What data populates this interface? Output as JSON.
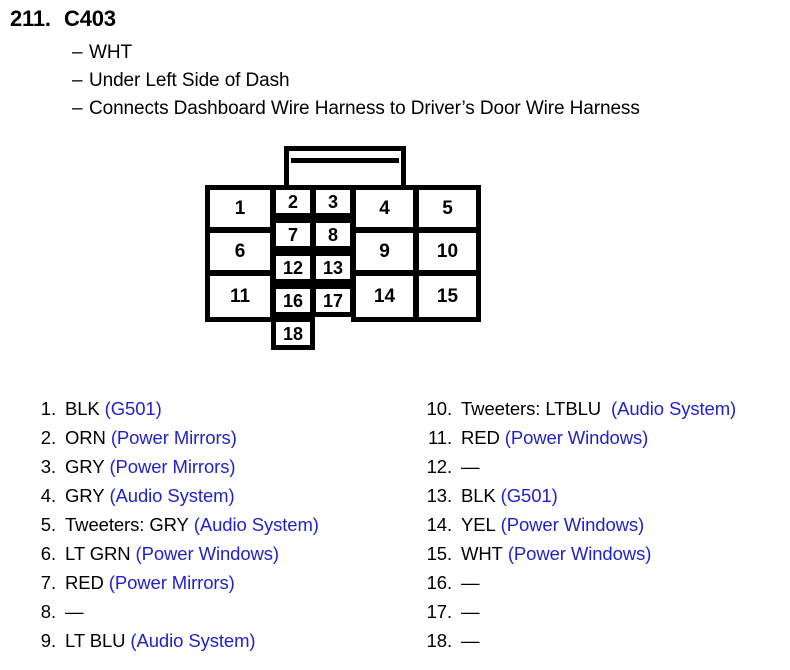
{
  "header": {
    "number": "211.",
    "code": "C403",
    "dash": "–",
    "descriptions": [
      "WHT",
      "Under Left Side of Dash",
      "Connects Dashboard Wire Harness to Driver’s Door Wire Harness"
    ]
  },
  "connector": {
    "label": "C403 connector pin layout",
    "total_pins": 18,
    "pins": [
      {
        "n": "1"
      },
      {
        "n": "2"
      },
      {
        "n": "3"
      },
      {
        "n": "4"
      },
      {
        "n": "5"
      },
      {
        "n": "6"
      },
      {
        "n": "7"
      },
      {
        "n": "8"
      },
      {
        "n": "9"
      },
      {
        "n": "10"
      },
      {
        "n": "11"
      },
      {
        "n": "12"
      },
      {
        "n": "13"
      },
      {
        "n": "14"
      },
      {
        "n": "15"
      },
      {
        "n": "16"
      },
      {
        "n": "17"
      },
      {
        "n": "18"
      }
    ]
  },
  "pin_list": {
    "empty_symbol": "—",
    "circuit_color": "#2222CC",
    "left_column": [
      {
        "index": "1.",
        "wire": "BLK",
        "circuit": "(G501)"
      },
      {
        "index": "2.",
        "wire": "ORN",
        "circuit": "(Power Mirrors)"
      },
      {
        "index": "3.",
        "wire": "GRY",
        "circuit": "(Power Mirrors)"
      },
      {
        "index": "4.",
        "wire": "GRY",
        "circuit": "(Audio System)"
      },
      {
        "index": "5.",
        "wire": "Tweeters: GRY",
        "circuit": "(Audio System)"
      },
      {
        "index": "6.",
        "wire": "LT GRN",
        "circuit": "(Power Windows)"
      },
      {
        "index": "7.",
        "wire": "RED",
        "circuit": "(Power Mirrors)"
      },
      {
        "index": "8.",
        "wire": "—",
        "circuit": ""
      },
      {
        "index": "9.",
        "wire": "LT BLU",
        "circuit": "(Audio System)"
      }
    ],
    "right_column": [
      {
        "index": "10.",
        "wire": "Tweeters: LTBLU",
        "circuit": "(Audio System)",
        "wide_gap": true
      },
      {
        "index": "11.",
        "wire": "RED",
        "circuit": "(Power Windows)"
      },
      {
        "index": "12.",
        "wire": "—",
        "circuit": ""
      },
      {
        "index": "13.",
        "wire": "BLK",
        "circuit": "(G501)"
      },
      {
        "index": "14.",
        "wire": "YEL",
        "circuit": "(Power Windows)"
      },
      {
        "index": "15.",
        "wire": "WHT",
        "circuit": "(Power Windows)"
      },
      {
        "index": "16.",
        "wire": "—",
        "circuit": ""
      },
      {
        "index": "17.",
        "wire": "—",
        "circuit": ""
      },
      {
        "index": "18.",
        "wire": "—",
        "circuit": ""
      }
    ]
  }
}
